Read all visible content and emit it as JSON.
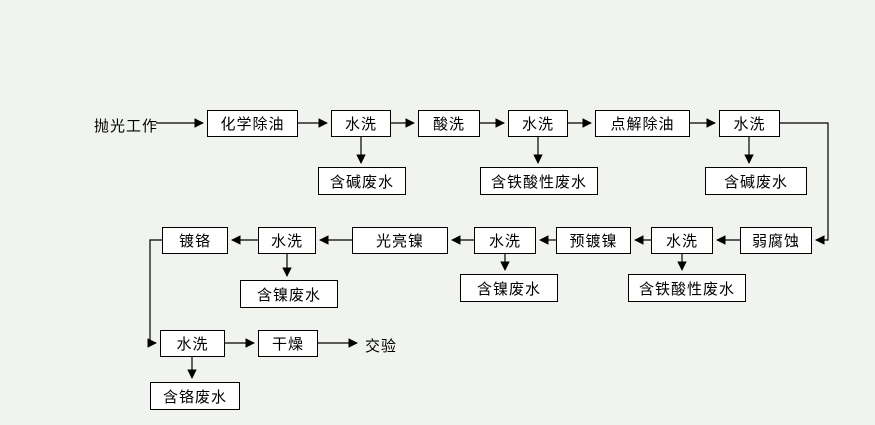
{
  "colors": {
    "background": "#f0f3ee",
    "box_fill": "#ffffff",
    "line": "#000000"
  },
  "nodes": {
    "start": {
      "label": "抛光工作"
    },
    "chemical_degrease": {
      "label": "化学除油"
    },
    "rinse1": {
      "label": "水洗"
    },
    "acid_wash": {
      "label": "酸洗"
    },
    "rinse2": {
      "label": "水洗"
    },
    "electrolytic_degrease": {
      "label": "点解除油"
    },
    "rinse3": {
      "label": "水洗"
    },
    "alkali_waste1": {
      "label": "含碱废水"
    },
    "iron_acid_waste1": {
      "label": "含铁酸性废水"
    },
    "alkali_waste2": {
      "label": "含碱废水"
    },
    "weak_etch": {
      "label": "弱腐蚀"
    },
    "rinse4": {
      "label": "水洗"
    },
    "pre_nickel": {
      "label": "预镀镍"
    },
    "rinse5": {
      "label": "水洗"
    },
    "bright_nickel": {
      "label": "光亮镍"
    },
    "rinse6": {
      "label": "水洗"
    },
    "chrome_plate": {
      "label": "镀铬"
    },
    "iron_acid_waste2": {
      "label": "含铁酸性废水"
    },
    "nickel_waste1": {
      "label": "含镍废水"
    },
    "nickel_waste2": {
      "label": "含镍废水"
    },
    "rinse7": {
      "label": "水洗"
    },
    "dry": {
      "label": "干燥"
    },
    "inspect": {
      "label": "交验"
    },
    "chrome_waste": {
      "label": "含铬废水"
    }
  }
}
